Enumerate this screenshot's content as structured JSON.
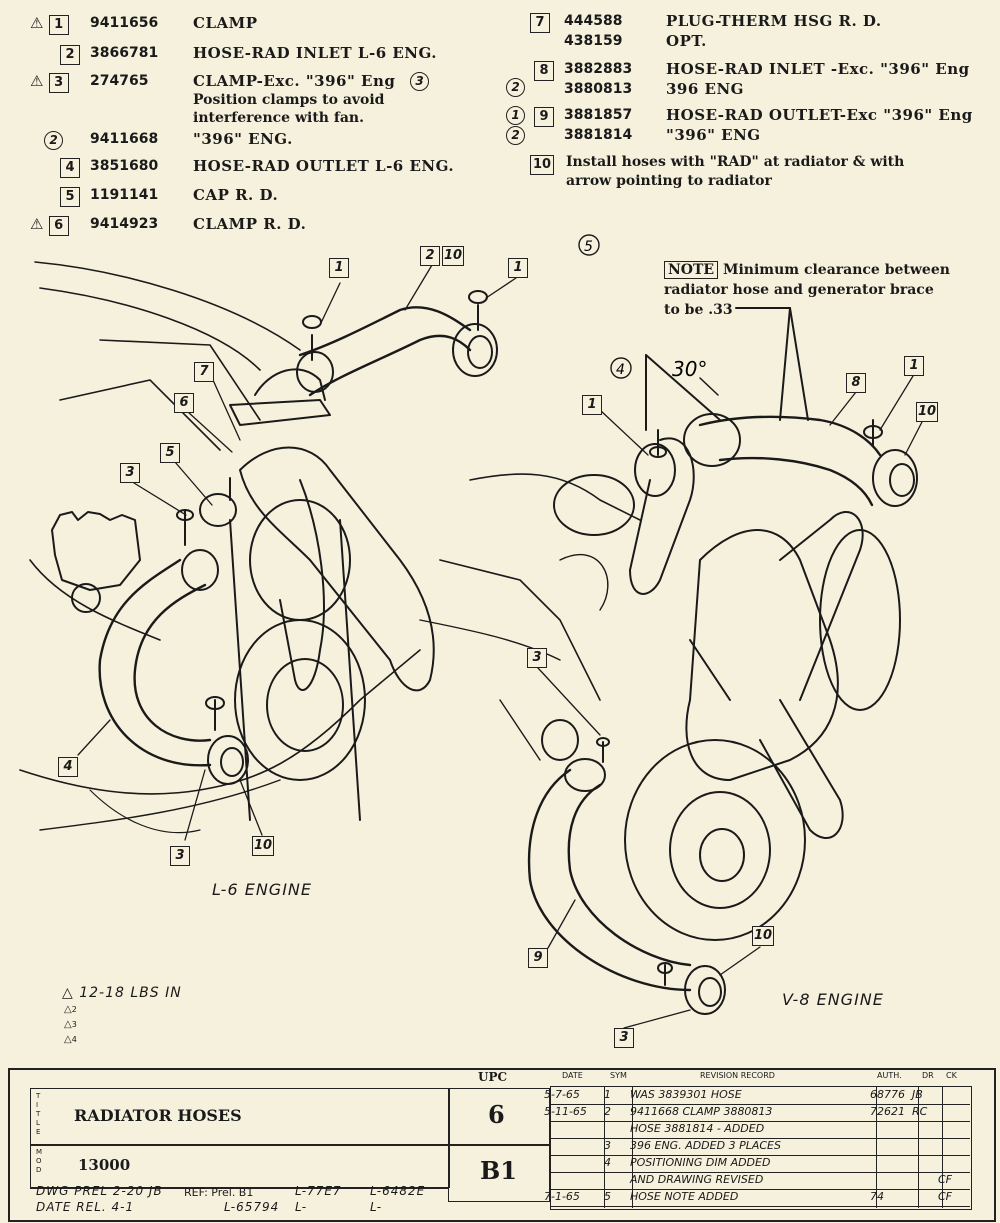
{
  "legend_left": [
    {
      "mark": "1",
      "triangle": true,
      "part": "9411656",
      "desc": "CLAMP"
    },
    {
      "mark": "2",
      "triangle": false,
      "part": "3866781",
      "desc": "HOSE-RAD INLET L-6 ENG."
    },
    {
      "mark": "3",
      "triangle": true,
      "part": "274765",
      "desc": "CLAMP-Exc. \"396\" Eng",
      "circle": "3"
    },
    {
      "note1": "Position clamps to avoid",
      "note2": "interference with fan."
    },
    {
      "mark": "",
      "circle": "2",
      "part": "9411668",
      "desc": "\"396\" ENG."
    },
    {
      "mark": "4",
      "triangle": false,
      "part": "3851680",
      "desc": "HOSE-RAD OUTLET L-6 ENG."
    },
    {
      "mark": "5",
      "triangle": false,
      "part": "1191141",
      "desc": "CAP R. D."
    },
    {
      "mark": "6",
      "triangle": true,
      "part": "9414923",
      "desc": "CLAMP R. D."
    }
  ],
  "legend_right": {
    "r7": {
      "mark": "7",
      "part1": "444588",
      "part2": "438159",
      "desc1": "PLUG-THERM HSG R. D.",
      "desc2": "OPT."
    },
    "r8": {
      "mark": "8",
      "circle": "2",
      "part1": "3882883",
      "part2": "3880813",
      "desc1": "HOSE-RAD INLET -Exc. \"396\" Eng",
      "desc2": "396 ENG"
    },
    "r9": {
      "mark": "9",
      "circle1": "1",
      "circle2": "2",
      "part1": "3881857",
      "part2": "3881814",
      "desc1": "HOSE-RAD OUTLET-Exc \"396\" Eng",
      "desc2": "\"396\" ENG"
    },
    "r10": {
      "mark": "10",
      "line1": "Install hoses with \"RAD\" at radiator & with",
      "line2": "arrow pointing to radiator"
    }
  },
  "note": {
    "tag": "NOTE",
    "line1": "Minimum clearance between",
    "line2": "radiator hose and generator brace",
    "line3": "to be .33"
  },
  "diagram": {
    "circle5": "5",
    "circle4": "4",
    "angle": "30°",
    "left_caption": "L-6 ENGINE",
    "right_caption": "V-8 ENGINE",
    "torque": "12-18 LBS IN",
    "torque_marks": [
      "1",
      "2",
      "3",
      "4"
    ],
    "callouts": {
      "l_1a": "1",
      "l_2": "2",
      "l_10a": "10",
      "l_1b": "1",
      "l_7": "7",
      "l_6": "6",
      "l_5": "5",
      "l_3a": "3",
      "l_4": "4",
      "l_3b": "3",
      "l_10b": "10",
      "r_1a": "1",
      "r_8": "8",
      "r_1b": "1",
      "r_10a": "10",
      "r_3a": "3",
      "r_9": "9",
      "r_10b": "10",
      "r_3b": "3"
    }
  },
  "title_block": {
    "upc_label": "UPC",
    "title_label": "TITLE",
    "title": "RADIATOR HOSES",
    "mod_label": "MOD",
    "mod": "13000",
    "upc": "6",
    "group": "B1",
    "dwg": "DWG PREL 2-20 JB",
    "date": "DATE REL. 4-1",
    "ref": "REF: Prel. B1",
    "ref_l1": "L-77E7",
    "ref_l2": "L-6482E",
    "ref_l3": "L-65794",
    "ref_l4": "L-",
    "ref_l5": "L-",
    "hdr_date": "DATE",
    "hdr_sym": "SYM",
    "hdr_rev": "REVISION RECORD",
    "hdr_auth": "AUTH.",
    "hdr_dr": "DR",
    "hdr_ck": "CK",
    "revisions": [
      {
        "date": "5-7-65",
        "sym": "1",
        "text": "WAS 3839301 HOSE",
        "auth": "68776",
        "dr": "JB",
        "ck": ""
      },
      {
        "date": "5-11-65",
        "sym": "2",
        "text": "9411668 CLAMP 3880813",
        "auth": "72621",
        "dr": "RC",
        "ck": ""
      },
      {
        "date": "",
        "sym": "",
        "text": "HOSE 3881814 - ADDED",
        "auth": "",
        "dr": "",
        "ck": ""
      },
      {
        "date": "",
        "sym": "3",
        "text": "396 ENG. ADDED 3 PLACES",
        "auth": "",
        "dr": "",
        "ck": ""
      },
      {
        "date": "",
        "sym": "4",
        "text": "POSITIONING DIM ADDED",
        "auth": "",
        "dr": "",
        "ck": ""
      },
      {
        "date": "",
        "sym": "",
        "text": "AND DRAWING REVISED",
        "auth": "",
        "dr": "",
        "ck": "CF"
      },
      {
        "date": "7-1-65",
        "sym": "5",
        "text": "HOSE NOTE ADDED",
        "auth": "74",
        "dr": "",
        "ck": "CF"
      }
    ]
  }
}
